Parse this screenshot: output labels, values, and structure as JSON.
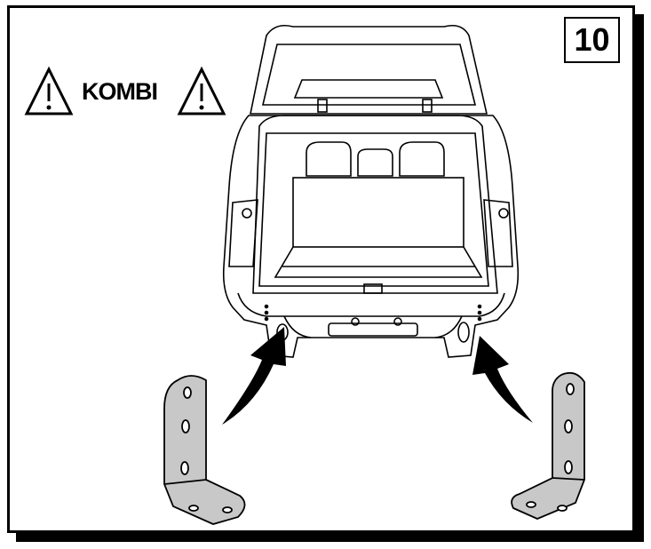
{
  "step_number": "10",
  "warning": {
    "label": "KOMBI",
    "icon": "warning-triangle-icon"
  },
  "illustration": {
    "subject": "estate-car-rear-open-tailgate",
    "parts": [
      "left-mounting-bracket",
      "right-mounting-bracket"
    ],
    "arrows": [
      "insertion-arrow-left",
      "insertion-arrow-right"
    ]
  },
  "colors": {
    "ink": "#000000",
    "bracket_fill": "#c8c8c8",
    "paper": "#ffffff"
  }
}
